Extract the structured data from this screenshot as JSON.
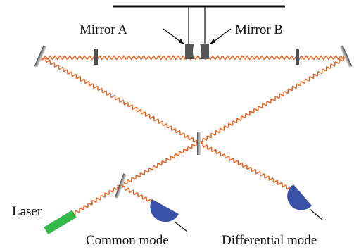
{
  "labels": {
    "mirror_a": "Mirror A",
    "mirror_b": "Mirror B",
    "laser": "Laser",
    "common_mode": "Common mode",
    "differential_mode": "Differential mode"
  },
  "colors": {
    "beam": "#e8692a",
    "mirror_dark": "#5a5a5a",
    "mirror_light": "#b0b0b0",
    "laser_body": "#33b84a",
    "detector": "#3a51a8",
    "detector_edge": "#24327a",
    "support": "#111111"
  },
  "icons": {
    "laser": "laser-icon",
    "detector": "photodetector-icon",
    "mirror": "mirror-icon"
  }
}
